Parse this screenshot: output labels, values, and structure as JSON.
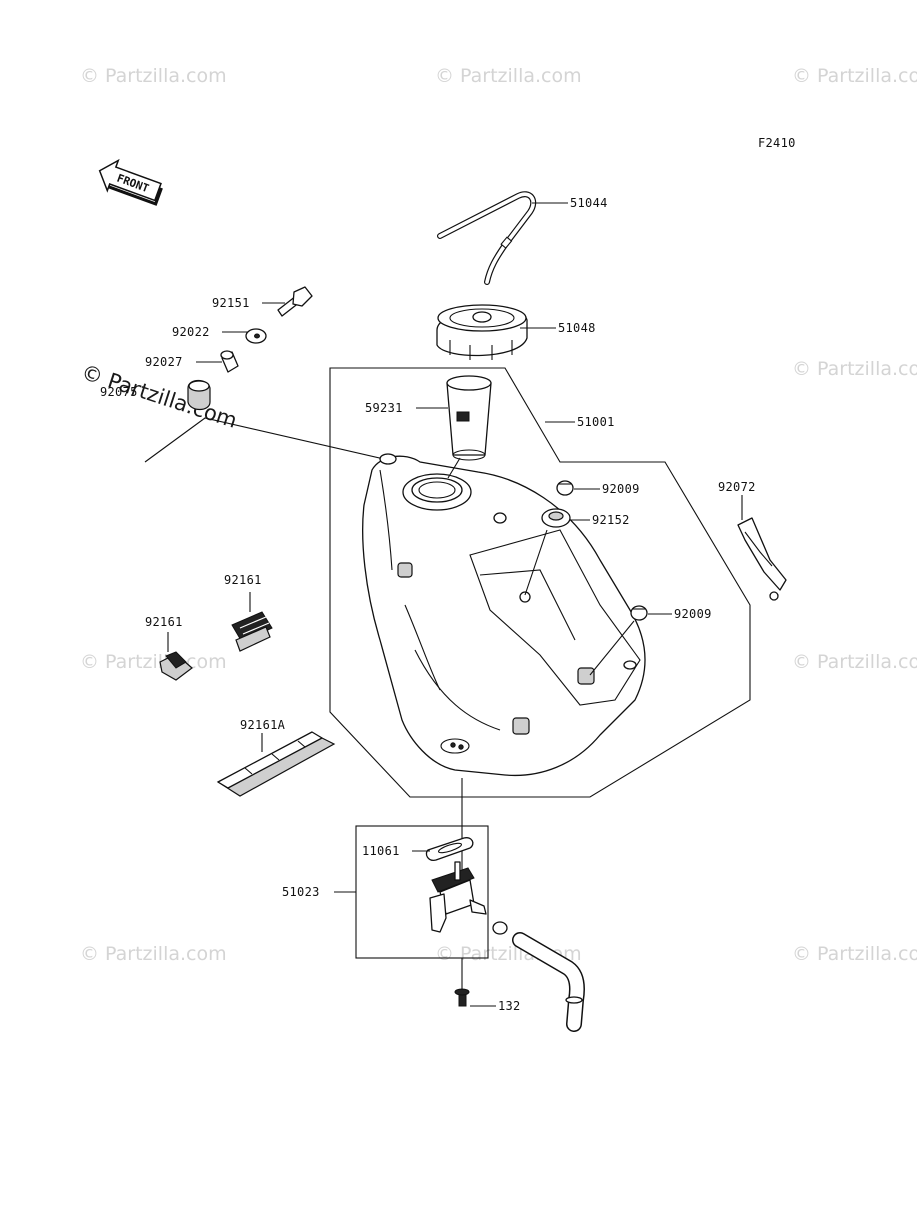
{
  "diagram_code": "F2410",
  "front_label": "FRONT",
  "watermark": "© Partzilla.com",
  "callouts": {
    "p51044": "51044",
    "p51048": "51048",
    "p51001": "51001",
    "p59231": "59231",
    "p92151": "92151",
    "p92022": "92022",
    "p92027": "92027",
    "p92075": "92075",
    "p92009a": "92009",
    "p92152": "92152",
    "p92009b": "92009",
    "p92072": "92072",
    "p92161a": "92161",
    "p92161b": "92161",
    "p92161A": "92161A",
    "p11061": "11061",
    "p51023": "51023",
    "p132": "132"
  }
}
